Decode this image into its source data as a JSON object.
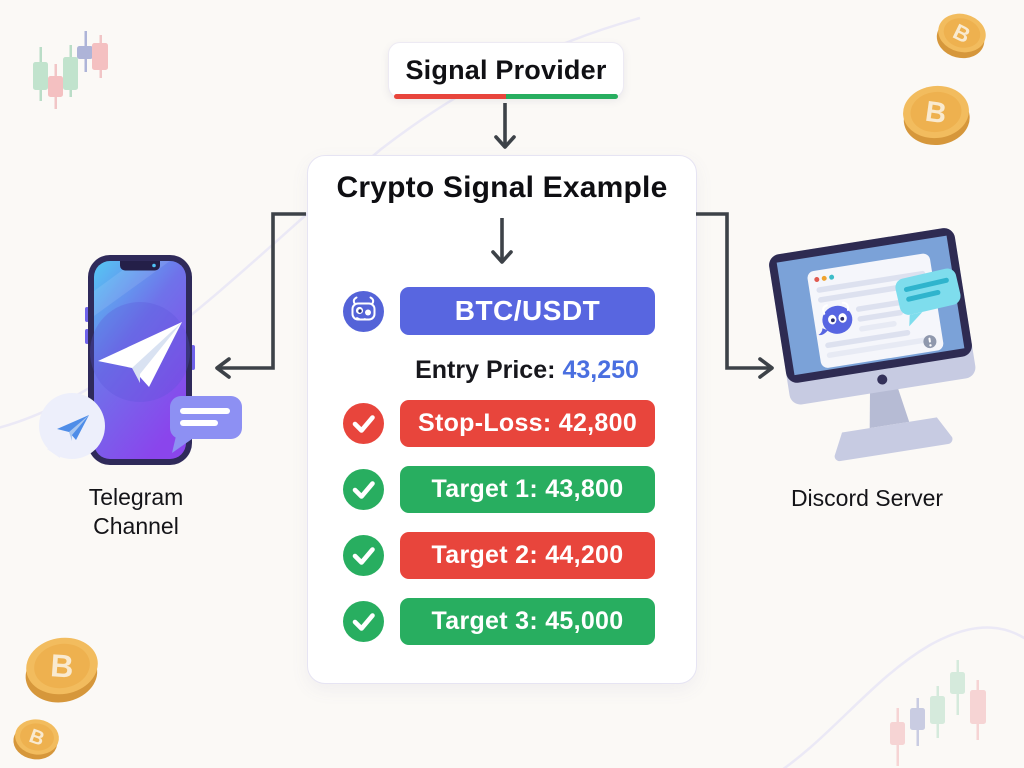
{
  "title_box": {
    "label": "Signal Provider"
  },
  "signal_card": {
    "title": "Crypto Signal Example",
    "pair_banner": {
      "text": "BTC/USDT",
      "color": "#5866E0",
      "icon": "discord-mascot-icon"
    },
    "entry": {
      "label": "Entry Price:",
      "value": "43,250",
      "value_color": "#4A6FE0"
    },
    "rows": [
      {
        "text": "Stop-Loss: 42,800",
        "banner_color": "#E8453C",
        "check_color": "#E8453C",
        "icon": "check-icon"
      },
      {
        "text": "Target 1: 43,800",
        "banner_color": "#28AE60",
        "check_color": "#28AE60",
        "icon": "check-icon"
      },
      {
        "text": "Target 2: 44,200",
        "banner_color": "#E8453C",
        "check_color": "#28AE60",
        "icon": "check-icon"
      },
      {
        "text": "Target 3: 45,000",
        "banner_color": "#28AE60",
        "check_color": "#28AE60",
        "icon": "check-icon"
      }
    ]
  },
  "destinations": {
    "telegram": {
      "line1": "Telegram",
      "line2": "Channel"
    },
    "discord": {
      "label": "Discord Server"
    }
  },
  "arrows": {
    "color": "#3D4248"
  },
  "decor": {
    "coin_symbol": "B",
    "coin_color": "#F2BC5E",
    "candle_up_color": "#A9DABD",
    "candle_down_color": "#F2A9AB",
    "candle_neutral_color": "#8E97CC",
    "curve_color": "#E6E3F5"
  }
}
